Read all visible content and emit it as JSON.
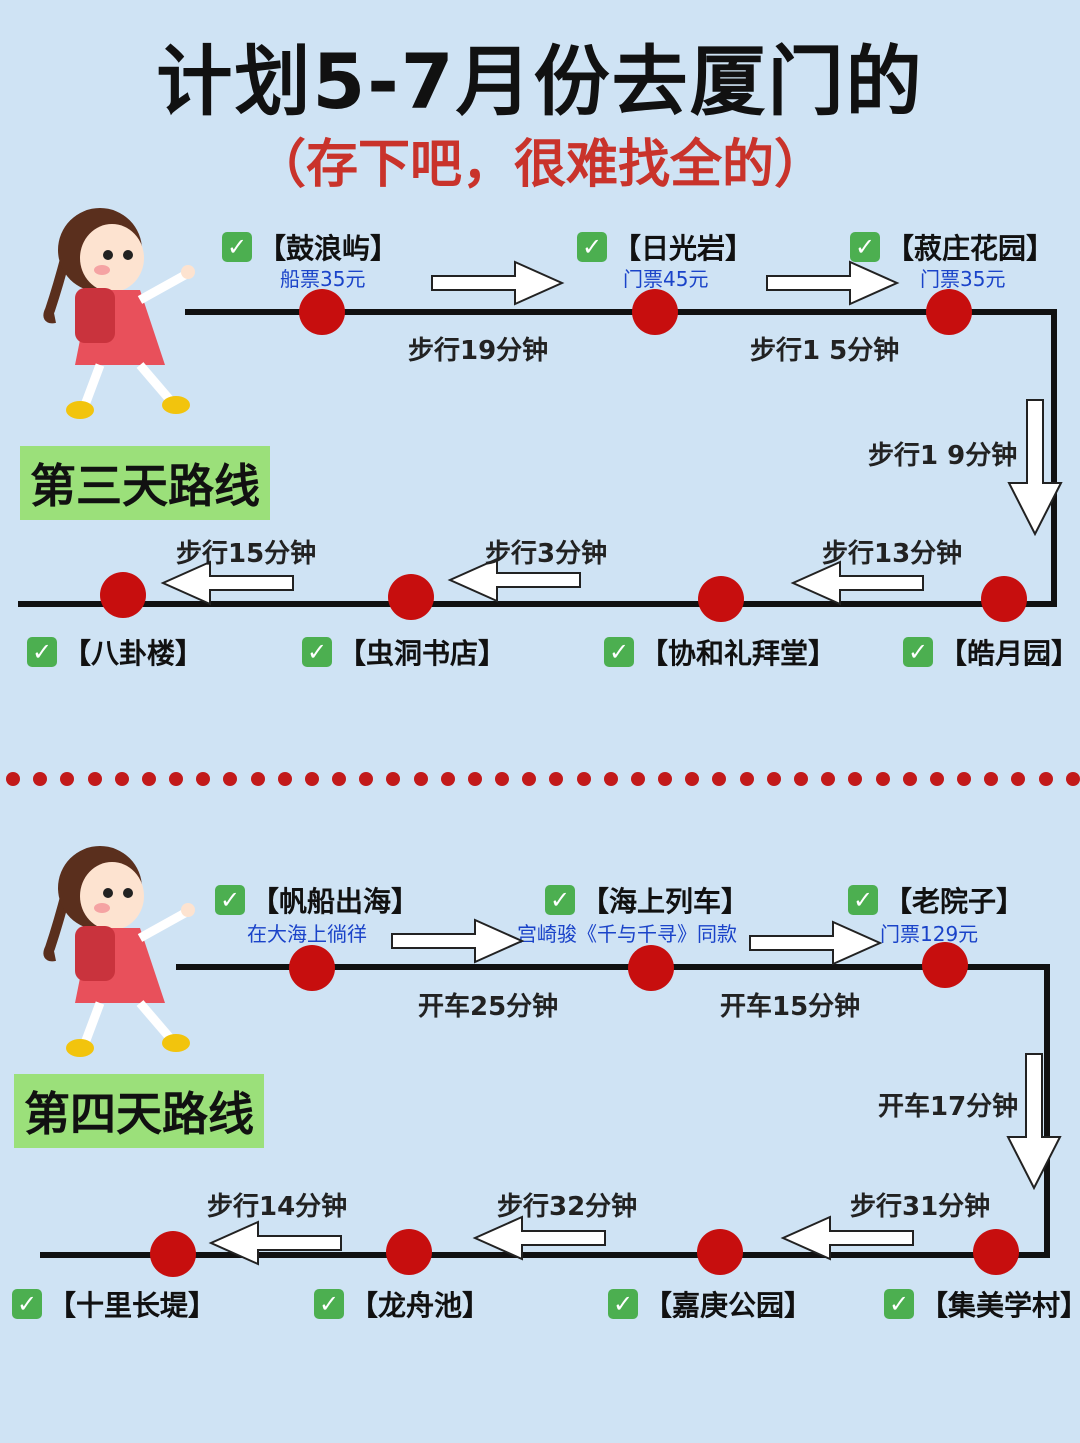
{
  "title": "计划5-7月份去厦门的",
  "subtitle": "（存下吧，很难找全的）",
  "colors": {
    "background": "#cfe3f4",
    "dot": "#c70e0e",
    "label_bg": "#9be07a",
    "note": "#1a43c9",
    "subtitle": "#c9332b"
  },
  "day3": {
    "label": "第三天路线",
    "top_stops": [
      {
        "name": "【鼓浪屿】",
        "note": "船票35元"
      },
      {
        "name": "【日光岩】",
        "note": "门票45元"
      },
      {
        "name": "【菽庄花园】",
        "note": "门票35元"
      }
    ],
    "top_walks": [
      "步行19分钟",
      "步行1 5分钟"
    ],
    "side_walk": "步行1 9分钟",
    "bottom_stops": [
      "【八卦楼】",
      "【虫洞书店】",
      "【协和礼拜堂】",
      "【皓月园】"
    ],
    "bottom_walks": [
      "步行15分钟",
      "步行3分钟",
      "步行13分钟"
    ]
  },
  "day4": {
    "label": "第四天路线",
    "top_stops": [
      {
        "name": "【帆船出海】",
        "note": "在大海上徜徉"
      },
      {
        "name": "【海上列车】",
        "note": "宫崎骏《千与千寻》同款"
      },
      {
        "name": "【老院子】",
        "note": "门票129元"
      }
    ],
    "top_walks": [
      "开车25分钟",
      "开车15分钟"
    ],
    "side_walk": "开车17分钟",
    "bottom_stops": [
      "【十里长堤】",
      "【龙舟池】",
      "【嘉庚公园】",
      "【集美学村】"
    ],
    "bottom_walks": [
      "步行14分钟",
      "步行32分钟",
      "步行31分钟"
    ]
  },
  "icons": {
    "check": "check-mark-icon",
    "arrow": "arrow-icon",
    "girl": "girl-illustration"
  }
}
